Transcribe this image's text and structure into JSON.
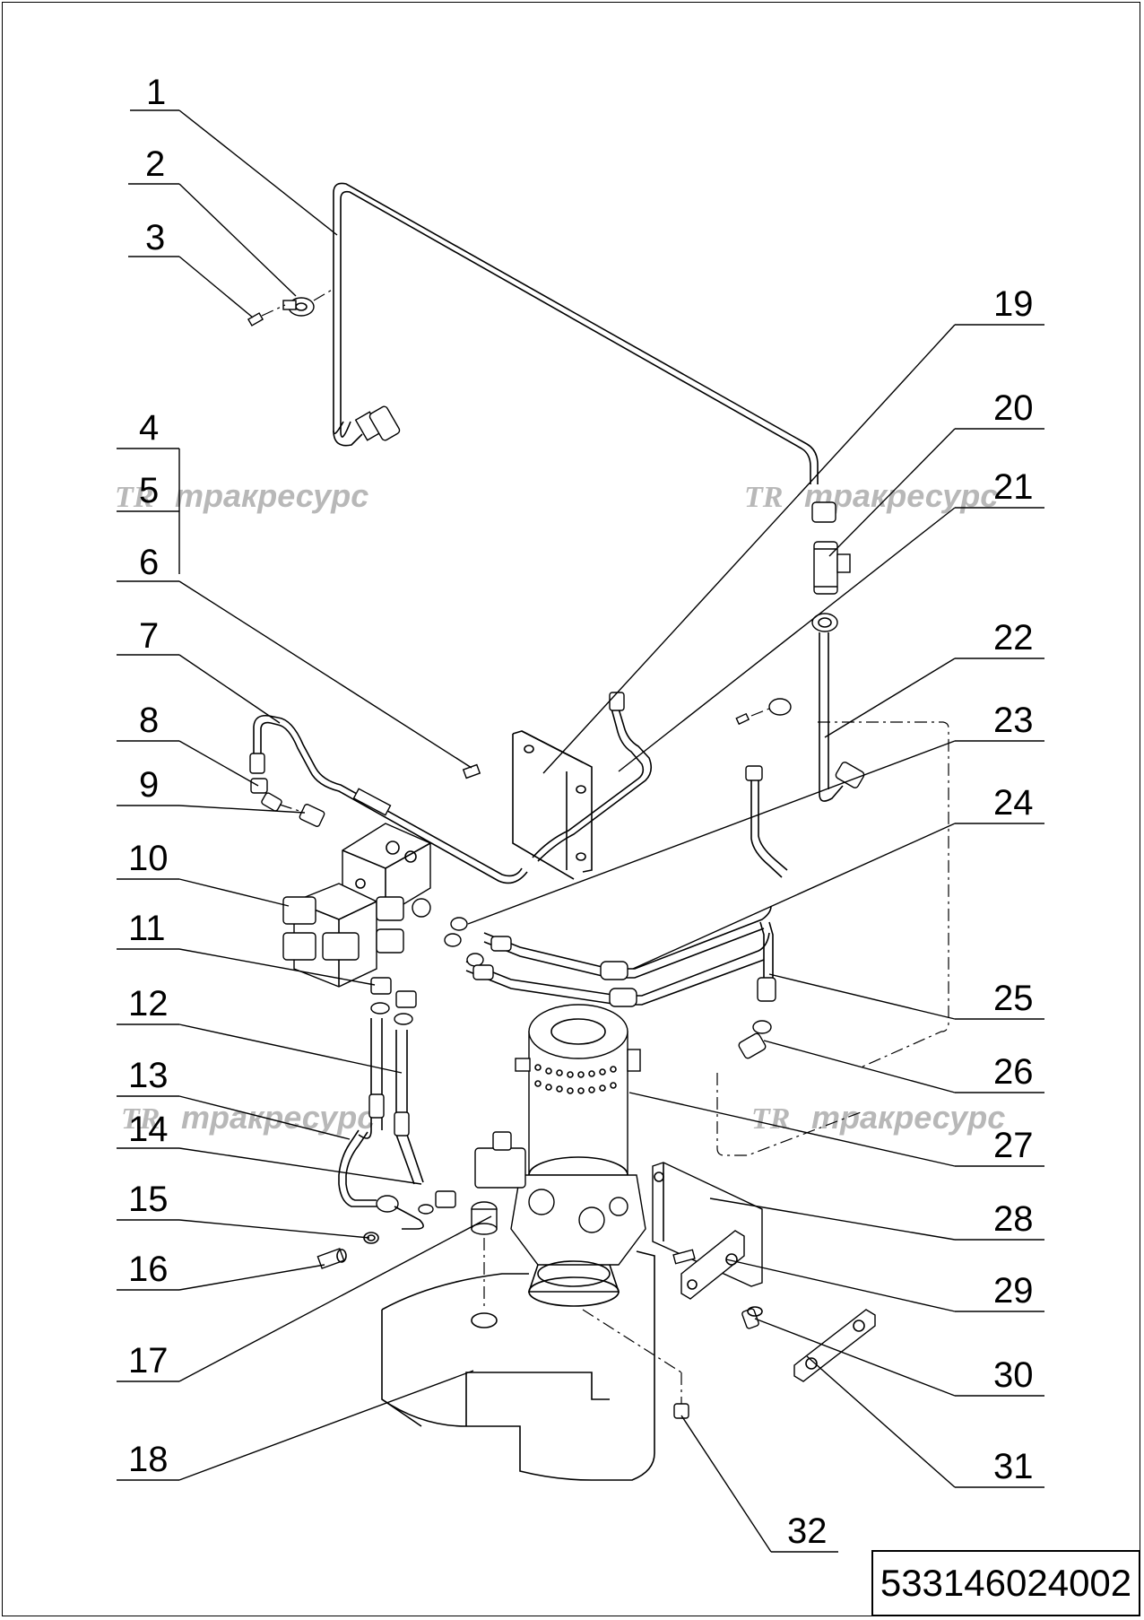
{
  "drawing": {
    "document_number": "533146024002",
    "watermarks": [
      {
        "logo": "TR",
        "text": "тракресурс"
      },
      {
        "logo": "TR",
        "text": "тракресурс"
      },
      {
        "logo": "TR",
        "text": "тракресурс"
      },
      {
        "logo": "TR",
        "text": "тракресурс"
      }
    ],
    "callouts": [
      "1",
      "2",
      "3",
      "4",
      "5",
      "6",
      "7",
      "8",
      "9",
      "10",
      "11",
      "12",
      "13",
      "14",
      "15",
      "16",
      "17",
      "18",
      "19",
      "20",
      "21",
      "22",
      "23",
      "24",
      "25",
      "26",
      "27",
      "28",
      "29",
      "30",
      "31",
      "32"
    ]
  }
}
